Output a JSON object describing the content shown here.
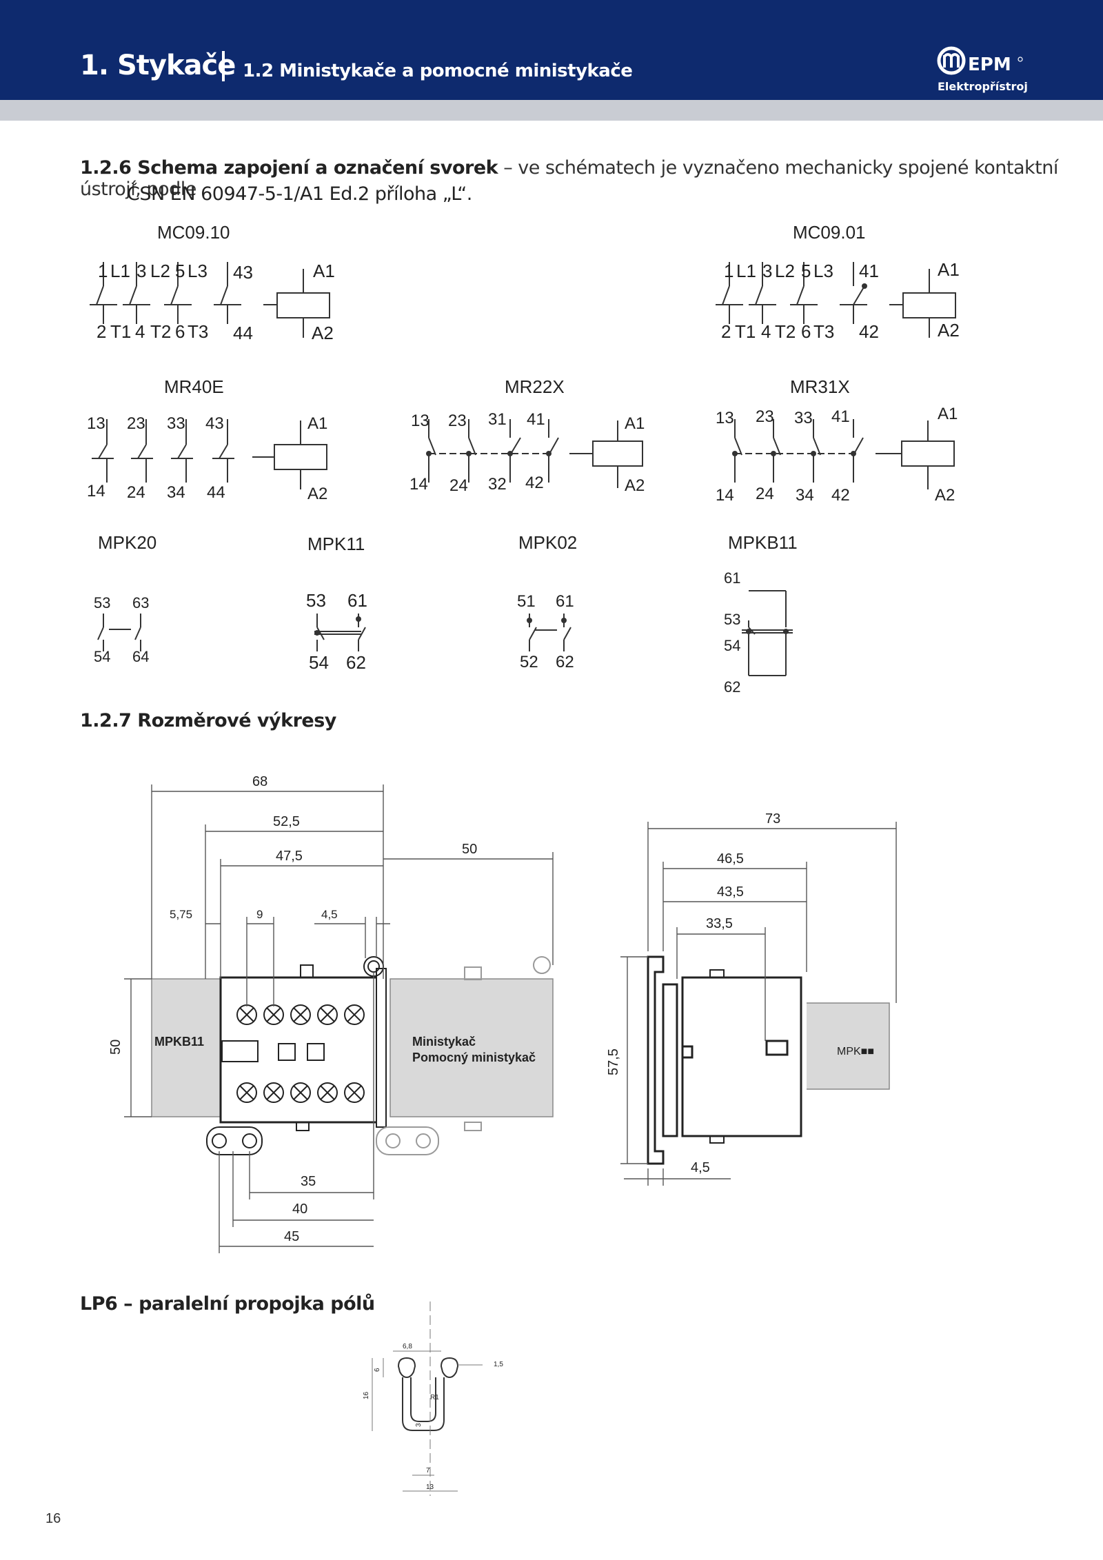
{
  "header": {
    "title": "1. Stykače",
    "subtitle": "1.2 Ministykače a pomocné ministykače",
    "logo_text": "EPM",
    "logo_sub": "Elektropřístroj"
  },
  "section_126": {
    "bold": "1.2.6 Schema zapojení a označení svorek",
    "rest": "– ve schématech je vyznačeno mechanicky spojené kontaktní ústrojí, podle",
    "line2": "ČSN EN 60947-5-1/A1 Ed.2 příloha „L“."
  },
  "schematics": {
    "mc0910": {
      "name": "MC09.10",
      "top": [
        "1",
        "L1",
        "3",
        "L2",
        "5",
        "L3",
        "43"
      ],
      "bottom": [
        "2",
        "T1",
        "4",
        "T2",
        "6",
        "T3",
        "44"
      ],
      "coil": [
        "A1",
        "A2"
      ]
    },
    "mc0901": {
      "name": "MC09.01",
      "top": [
        "1",
        "L1",
        "3",
        "L2",
        "5",
        "L3",
        "41"
      ],
      "bottom": [
        "2",
        "T1",
        "4",
        "T2",
        "6",
        "T3",
        "42"
      ],
      "coil": [
        "A1",
        "A2"
      ]
    },
    "mr40e": {
      "name": "MR40E",
      "top": [
        "13",
        "23",
        "33",
        "43"
      ],
      "bottom": [
        "14",
        "24",
        "34",
        "44"
      ],
      "coil": [
        "A1",
        "A2"
      ]
    },
    "mr22x": {
      "name": "MR22X",
      "top": [
        "13",
        "23",
        "31",
        "41"
      ],
      "bottom": [
        "14",
        "24",
        "32",
        "42"
      ],
      "coil": [
        "A1",
        "A2"
      ]
    },
    "mr31x": {
      "name": "MR31X",
      "top": [
        "13",
        "23",
        "33",
        "41"
      ],
      "bottom": [
        "14",
        "24",
        "34",
        "42"
      ],
      "coil": [
        "A1",
        "A2"
      ]
    },
    "mpk20": {
      "name": "MPK20",
      "top": [
        "53",
        "63"
      ],
      "bottom": [
        "54",
        "64"
      ]
    },
    "mpk11": {
      "name": "MPK11",
      "top": [
        "53",
        "61"
      ],
      "bottom": [
        "54",
        "62"
      ]
    },
    "mpk02": {
      "name": "MPK02",
      "top": [
        "51",
        "61"
      ],
      "bottom": [
        "52",
        "62"
      ]
    },
    "mpkb11": {
      "name": "MPKB11",
      "labels": [
        "61",
        "53",
        "54",
        "62"
      ]
    }
  },
  "section_127": {
    "title": "1.2.7 Rozměrové výkresy"
  },
  "drawing_front": {
    "dims_top": [
      "68",
      "52,5",
      "47,5",
      "50",
      "5,75",
      "9",
      "4,5"
    ],
    "dim_height": "50",
    "dims_bottom": [
      "35",
      "40",
      "45"
    ],
    "label_left": "MPKB11",
    "label_right_1": "Ministykač",
    "label_right_2": "Pomocný ministykač"
  },
  "drawing_side": {
    "dims_top": [
      "73",
      "46,5",
      "43,5",
      "33,5"
    ],
    "dim_height": "57,5",
    "dim_bottom": "4,5",
    "label": "MPK■■"
  },
  "section_lp6": {
    "title": "LP6 – paralelní propojka pólů",
    "dims": [
      "6,8",
      "1,5",
      "6",
      "16",
      "R1",
      "3",
      "7",
      "13"
    ]
  },
  "page_number": "16"
}
